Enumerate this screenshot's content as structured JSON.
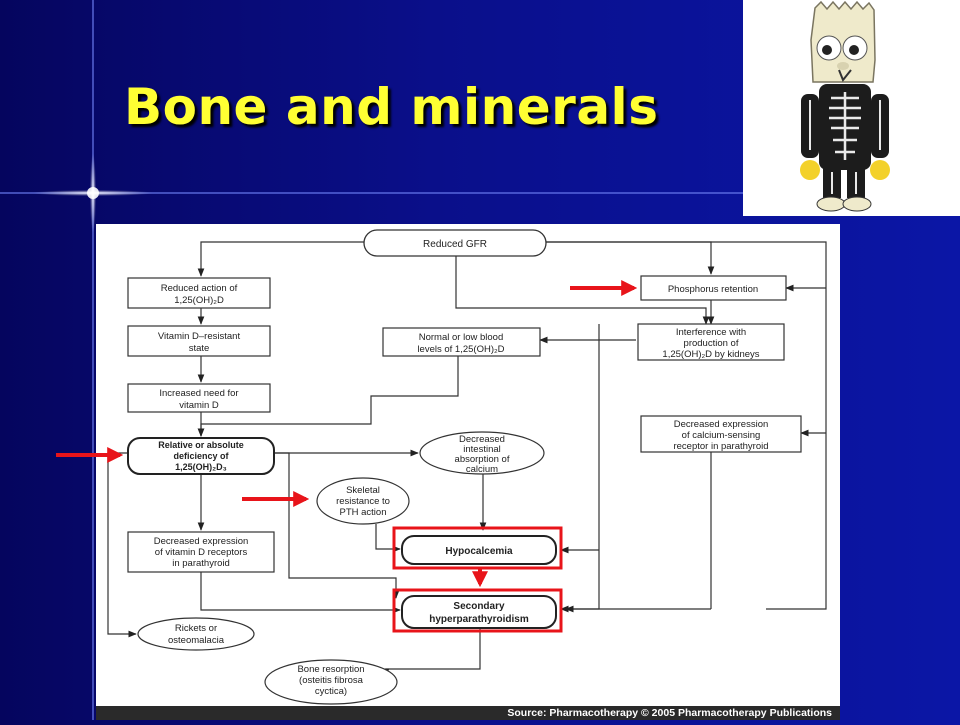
{
  "slide": {
    "title": "Bone and minerals",
    "source": "Source: Pharmacotherapy © 2005 Pharmacotherapy Publications"
  },
  "colors": {
    "title": "#ffff33",
    "highlight": "#e8141a",
    "background": "#0a0f8a"
  },
  "diagram": {
    "nodes": {
      "reduced_gfr": [
        "Reduced GFR"
      ],
      "reduced_action": [
        "Reduced action of",
        "1,25(OH)₂D"
      ],
      "vitd_resistant": [
        "Vitamin D–resistant",
        "state"
      ],
      "increased_need": [
        "Increased need for",
        "vitamin D"
      ],
      "relative_deficiency": [
        "Relative or absolute",
        "deficiency of",
        "1,25(OH)₂D₃"
      ],
      "decreased_receptors": [
        "Decreased expression",
        "of vitamin D receptors",
        "in parathyroid"
      ],
      "rickets": [
        "Rickets or",
        "osteomalacia"
      ],
      "phosphorus": [
        "Phosphorus retention"
      ],
      "interference": [
        "Interference with",
        "production of",
        "1,25(OH)₂D by kidneys"
      ],
      "normal_low": [
        "Normal or low blood",
        "levels of 1,25(OH)₂D"
      ],
      "casr": [
        "Decreased expression",
        "of calcium-sensing",
        "receptor in parathyroid"
      ],
      "decreased_absorption": [
        "Decreased",
        "intestinal",
        "absorption of",
        "calcium"
      ],
      "skeletal_resistance": [
        "Skeletal",
        "resistance to",
        "PTH action"
      ],
      "hypocalcemia": [
        "Hypocalcemia"
      ],
      "hyperpara": [
        "Secondary",
        "hyperparathyroidism"
      ],
      "bone_resorption": [
        "Bone resorption",
        "(osteitis fibrosa",
        "cyctica)"
      ]
    }
  }
}
